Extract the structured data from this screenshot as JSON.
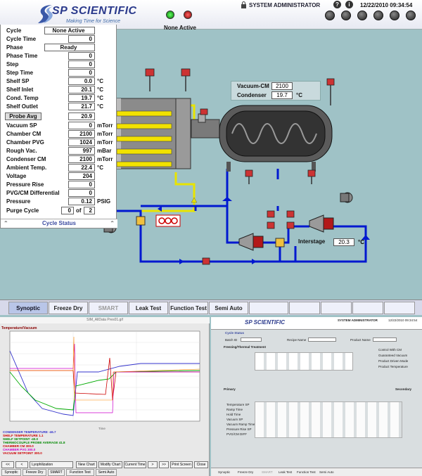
{
  "header": {
    "brand": "SP SCIENTIFIC",
    "tagline": "Making Time for Science",
    "cycle_state": "None Active",
    "user": "SYSTEM ADMINISTRATOR",
    "datetime": "12/22/2010  09:34:54",
    "help_icon": "?",
    "info_icon": "i"
  },
  "panel": {
    "rows": [
      {
        "label": "Cycle",
        "value": "None Active",
        "unit": ""
      },
      {
        "label": "Cycle Time",
        "value": "0",
        "unit": ""
      },
      {
        "label": "Phase",
        "value": "Ready",
        "unit": ""
      },
      {
        "label": "Phase Time",
        "value": "0",
        "unit": ""
      },
      {
        "label": "Step",
        "value": "0",
        "unit": ""
      },
      {
        "label": "Step Time",
        "value": "0",
        "unit": ""
      },
      {
        "label": "Shelf SP",
        "value": "0.0",
        "unit": "°C"
      },
      {
        "label": "Shelf Inlet",
        "value": "20.1",
        "unit": "°C"
      },
      {
        "label": "Cond. Temp",
        "value": "19.7",
        "unit": "°C"
      },
      {
        "label": "Shelf Outlet",
        "value": "21.7",
        "unit": "°C"
      },
      {
        "label": "Probe Avg",
        "value": "20.9",
        "unit": ""
      },
      {
        "label": "Vacuum SP",
        "value": "0",
        "unit": "mTorr"
      },
      {
        "label": "Chamber CM",
        "value": "2100",
        "unit": "mTorr"
      },
      {
        "label": "Chamber PVG",
        "value": "1024",
        "unit": "mTorr"
      },
      {
        "label": "Rough Vac.",
        "value": "997",
        "unit": "mBar"
      },
      {
        "label": "Condenser CM",
        "value": "2100",
        "unit": "mTorr"
      },
      {
        "label": "Ambient Temp.",
        "value": "22.4",
        "unit": "°C"
      },
      {
        "label": "Voltage",
        "value": "204",
        "unit": ""
      },
      {
        "label": "Pressure Rise",
        "value": "0",
        "unit": ""
      },
      {
        "label": "PVG/CM Differential",
        "value": "0",
        "unit": ""
      },
      {
        "label": "Pressure",
        "value": "0.12",
        "unit": "PSIG"
      }
    ],
    "purge_label": "Purge Cycle",
    "purge_current": "0",
    "purge_of": "of",
    "purge_total": "2",
    "footer": "Cycle Status"
  },
  "schematic": {
    "vacuum_cm_label": "Vacuum-CM",
    "vacuum_cm_value": "2100",
    "condenser_label": "Condenser",
    "condenser_value": "19.7",
    "condenser_unit": "°C",
    "interstage_label": "Interstage",
    "interstage_value": "20.3",
    "interstage_unit": "°C"
  },
  "tabs": [
    "Synoptic",
    "Freeze Dry",
    "SMART",
    "Leak Test",
    "Function Test",
    "Semi Auto",
    "",
    "",
    "",
    "",
    ""
  ],
  "active_tab": 0,
  "lower_left": {
    "title": "Temperature/Vacuum",
    "header": "SIM_AllData Pres01.gif",
    "legend": [
      {
        "text": "CONDENSER TEMPERATURE",
        "value": "-46.7",
        "color": "#3333cc"
      },
      {
        "text": "SHELF TEMPERATURE",
        "value": "1.1",
        "color": "#cc0000"
      },
      {
        "text": "SHELF SETPOINT",
        "value": "-40.0",
        "color": "#008800"
      },
      {
        "text": "THERMOCOUPLE PROBE AVERAGE",
        "value": "41.8",
        "color": "#008800"
      },
      {
        "text": "CHAMBER CM",
        "value": "300.0",
        "color": "#cc0000"
      },
      {
        "text": "CHAMBER PVG",
        "value": "300.0",
        "color": "#cc00cc"
      },
      {
        "text": "VACUUM SETPOINT",
        "value": "300.0",
        "color": "#cc0000"
      }
    ],
    "buttons": [
      "<<",
      "<",
      "Lyophilization",
      "New Chart",
      "Modify Chart",
      "Current Time",
      ">",
      ">>",
      "Print Screen",
      "Close"
    ],
    "tabs": [
      "Synoptic",
      "Freeze Dry",
      "SMART",
      "Function Test",
      "Semi Auto"
    ]
  },
  "lower_right": {
    "brand": "SP SCIENTIFIC",
    "user": "SYSTEM ADMINISTRATOR",
    "datetime": "12/22/2010 09:34:54",
    "cycle_status": "Cycle Status",
    "batch_id_label": "Batch ID",
    "recipe_name_label": "Recipe Name",
    "product_name_label": "Product Name",
    "section_freezing": "Freezing/Thermal Treatment",
    "section_primary": "Primary",
    "section_secondary": "Secondary",
    "rows_primary": [
      "Temperature SP",
      "Ramp Time",
      "Hold Time",
      "Vacuum SP",
      "Vacuum Ramp Time",
      "Pressure Rise SP",
      "PVG/CM DIFF"
    ],
    "checks": [
      "Control With CM",
      "Guaranteed Vacuum",
      "Product Driven Mode",
      "Product Temperature"
    ],
    "tabs": [
      "Synoptic",
      "Freeze Dry",
      "SMART",
      "Leak Test",
      "Function Test",
      "Semi Auto"
    ]
  }
}
